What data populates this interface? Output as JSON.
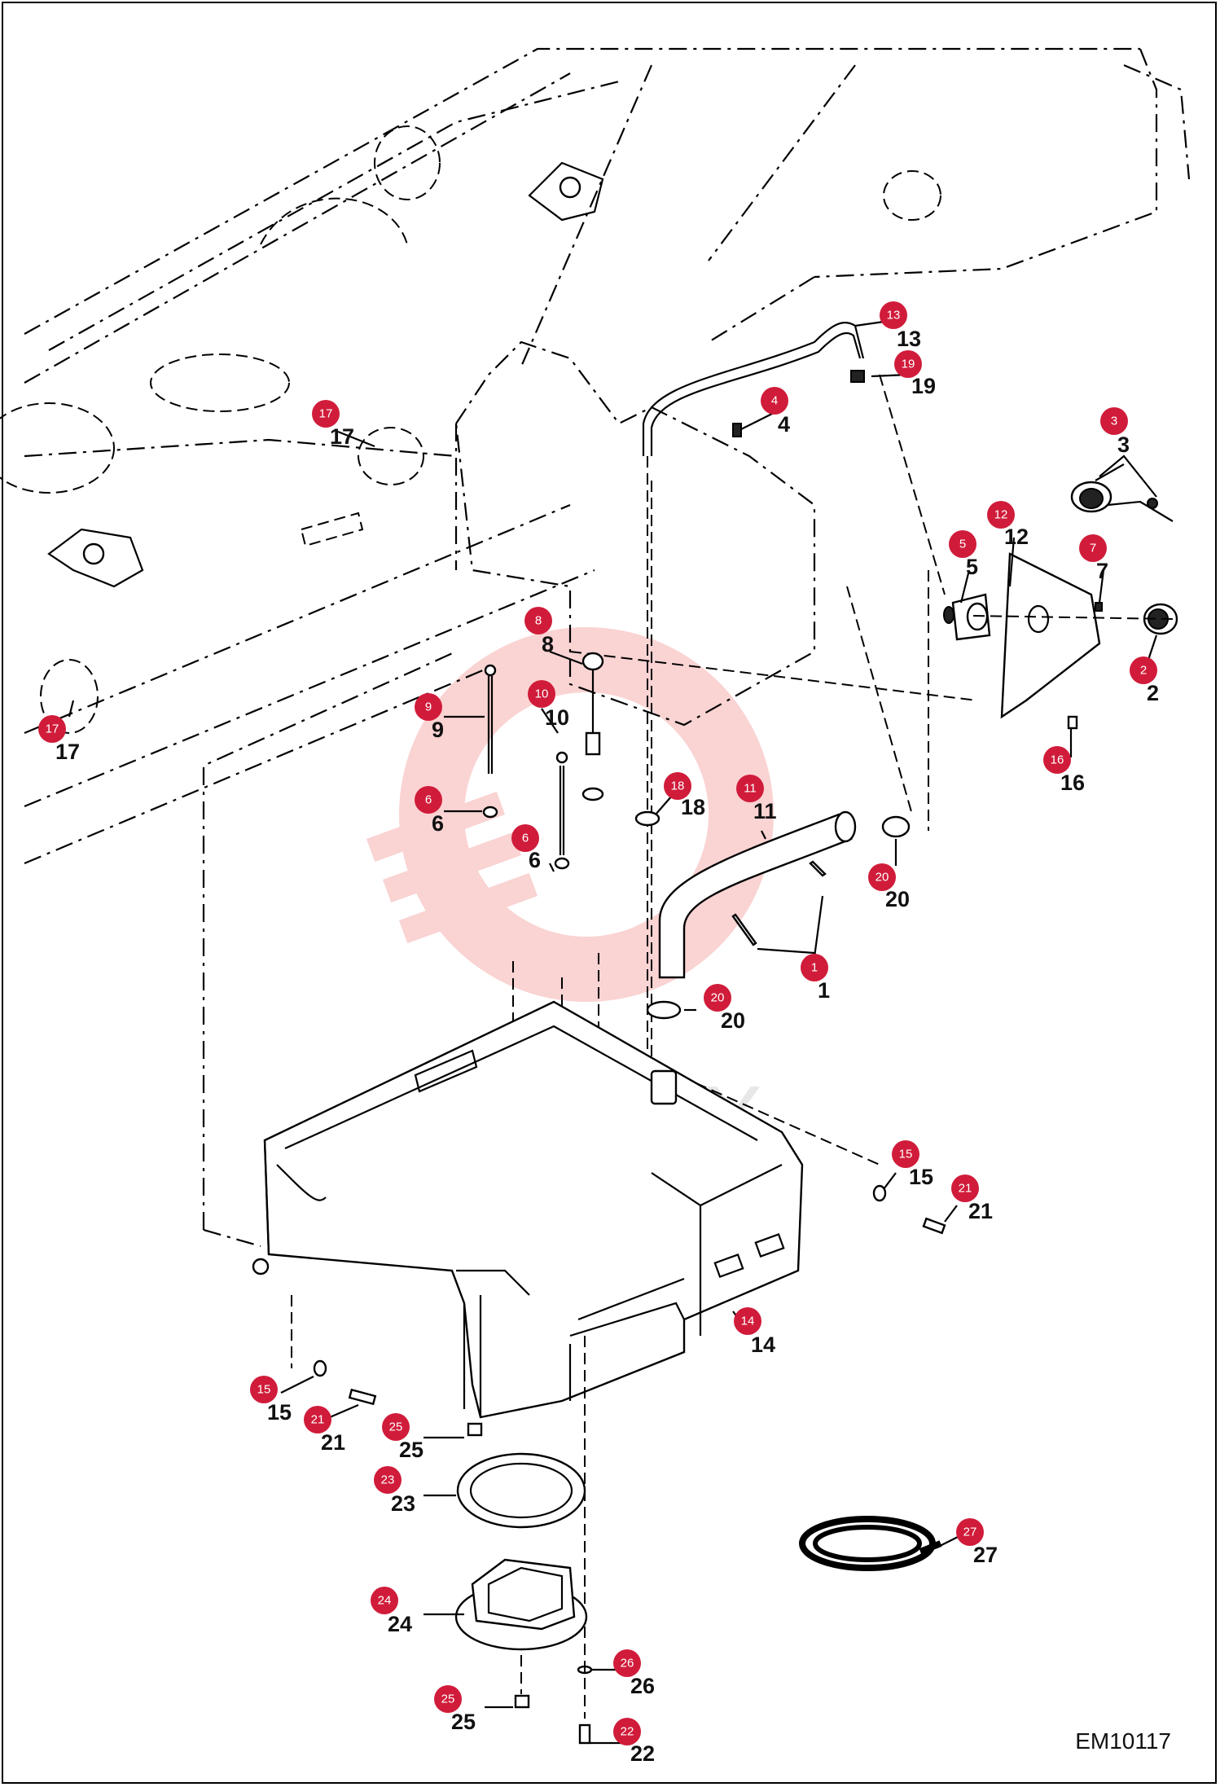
{
  "diagram_code": "EM10117",
  "watermark_text": "ИНТЕХ",
  "badge_color": "#d01c3a",
  "watermark_color": "#f4a6a6",
  "callouts": [
    {
      "id": "c13",
      "label": "13"
    },
    {
      "id": "c19",
      "label": "19"
    },
    {
      "id": "c4",
      "label": "4"
    },
    {
      "id": "c3",
      "label": "3"
    },
    {
      "id": "c17a",
      "label": "17"
    },
    {
      "id": "c12",
      "label": "12"
    },
    {
      "id": "c5",
      "label": "5"
    },
    {
      "id": "c7",
      "label": "7"
    },
    {
      "id": "c2",
      "label": "2"
    },
    {
      "id": "c8",
      "label": "8"
    },
    {
      "id": "c9",
      "label": "9"
    },
    {
      "id": "c10",
      "label": "10"
    },
    {
      "id": "c17b",
      "label": "17"
    },
    {
      "id": "c16",
      "label": "16"
    },
    {
      "id": "c6a",
      "label": "6"
    },
    {
      "id": "c18",
      "label": "18"
    },
    {
      "id": "c11",
      "label": "11"
    },
    {
      "id": "c6b",
      "label": "6"
    },
    {
      "id": "c20a",
      "label": "20"
    },
    {
      "id": "c1",
      "label": "1"
    },
    {
      "id": "c20b",
      "label": "20"
    },
    {
      "id": "c15a",
      "label": "15"
    },
    {
      "id": "c21a",
      "label": "21"
    },
    {
      "id": "c14",
      "label": "14"
    },
    {
      "id": "c15b",
      "label": "15"
    },
    {
      "id": "c21b",
      "label": "21"
    },
    {
      "id": "c25a",
      "label": "25"
    },
    {
      "id": "c23",
      "label": "23"
    },
    {
      "id": "c27",
      "label": "27"
    },
    {
      "id": "c24",
      "label": "24"
    },
    {
      "id": "c26",
      "label": "26"
    },
    {
      "id": "c25b",
      "label": "25"
    },
    {
      "id": "c22",
      "label": "22"
    }
  ]
}
